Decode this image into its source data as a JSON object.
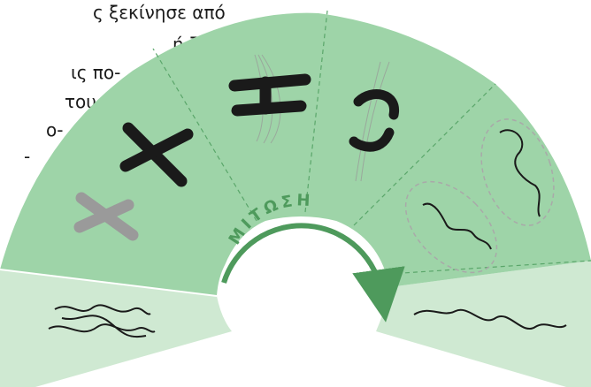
{
  "text_fragments": [
    "ς ξεκίνησε από",
    "ή  ζυγωτό.",
    "ις πο-",
    "του",
    "ο-",
    "-"
  ],
  "arc_label": "ΜΙΤΩΣΗ",
  "colors": {
    "wedge_dark": "#9ed4a8",
    "wedge_light": "#cfe9d2",
    "divider": "#5aa66a",
    "arrow": "#4e9a5c",
    "chromosome": "#1a1a1a",
    "chromosome_faded": "#9a9a9a",
    "spindle": "#9aa89c",
    "nucleus_outline": "#a9a9a9"
  },
  "stages": [
    {
      "name": "interphase-left",
      "icon": "tangled-chromatin-icon"
    },
    {
      "name": "prophase",
      "icon": "condensed-chromosome-icon"
    },
    {
      "name": "metaphase",
      "icon": "chromosome-on-spindle-icon"
    },
    {
      "name": "anaphase",
      "icon": "separating-chromatids-icon"
    },
    {
      "name": "telophase",
      "icon": "two-nuclei-icon"
    },
    {
      "name": "interphase-right",
      "icon": "relaxed-chromatin-icon"
    }
  ]
}
